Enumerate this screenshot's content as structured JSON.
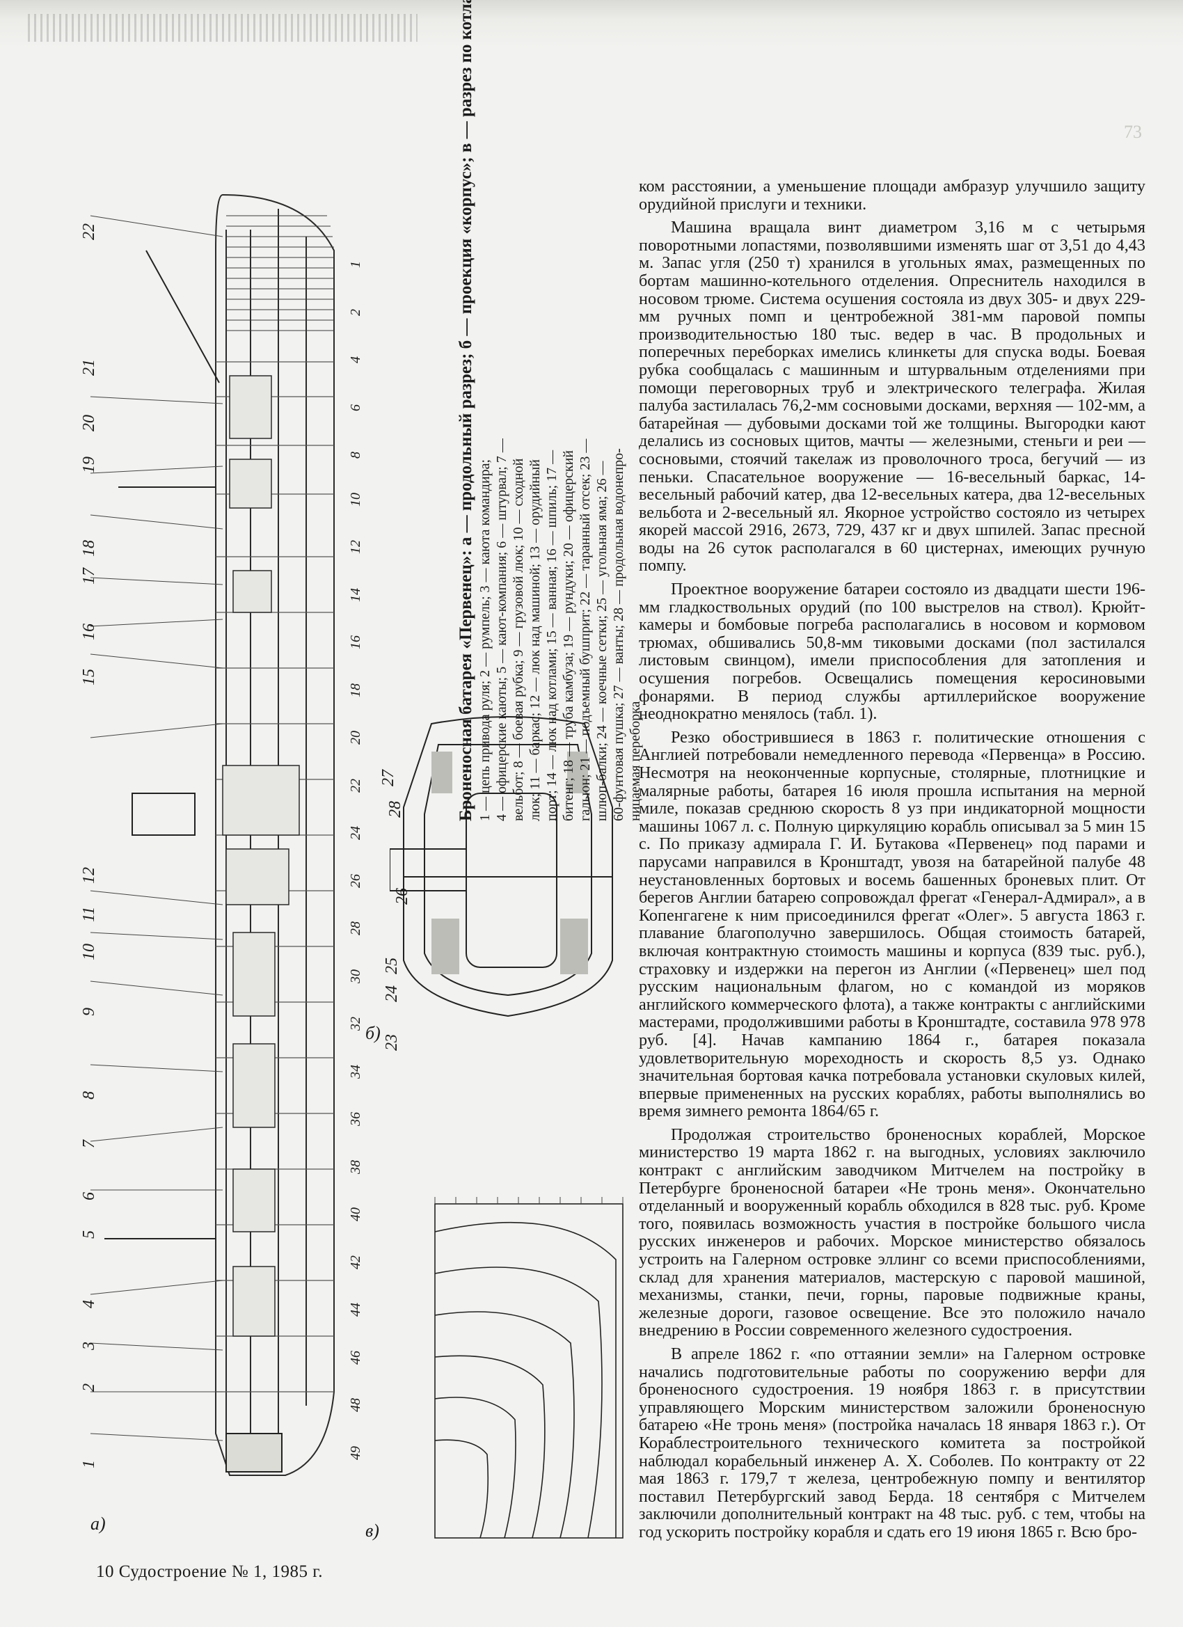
{
  "page": {
    "top_page_number": "73",
    "footer": "10   Судостроение № 1, 1985 г."
  },
  "figure": {
    "caption_title": "Броненосная батарея «Первенец»: а — продольный разрез; б — проекция «корпус»; в — разрез по котлам.",
    "caption_lines": [
      "1 — цепь привода руля; 2 — румпель; 3 — каюта командира;",
      "4 — офицерские каюты; 5 — кают-компания; 6 — штурвал; 7 —",
      "вельбот; 8 — боевая рубка; 9 — грузовой люк; 10 — сходной",
      "люк; 11 — баркас; 12 — люк над машиной; 13 — орудийный",
      "порт; 14 — люк над котлами; 15 — ванная; 16 — шпиль; 17 —",
      "битенг; 18 — труба камбуза; 19 — рундуки; 20 — офицерский",
      "гальюн; 21 — подъемный бушприт; 22 — таранный отсек; 23 —",
      "шлюп-балки; 24 — коечные сетки; 25 — угольная яма; 26 —",
      "60-фунтовая пушка; 27 — ванты; 28 — продольная водонепро-",
      "ницаемая переборка"
    ],
    "labels_a": [
      "22",
      "21",
      "20",
      "19",
      "18",
      "17",
      "16",
      "15",
      "12",
      "11",
      "10",
      "9",
      "8",
      "7",
      "6",
      "5",
      "4",
      "3",
      "2",
      "1"
    ],
    "frame_numbers": [
      "1",
      "2",
      "4",
      "6",
      "8",
      "10",
      "12",
      "14",
      "16",
      "18",
      "20",
      "22",
      "24",
      "26",
      "28",
      "30",
      "32",
      "34",
      "36",
      "38",
      "40",
      "42",
      "44",
      "46",
      "48",
      "49"
    ],
    "labels_b": [
      "27",
      "28",
      "26",
      "25",
      "24",
      "23"
    ],
    "section_a": "а)",
    "section_b": "б)",
    "section_c": "в)"
  },
  "body": {
    "paragraphs": [
      "ком расстоянии, а уменьшение площади амбразур улучшило защиту орудийной прислуги и техники.",
      "Машина вращала винт диаметром 3,16 м с четырьмя поворотными лопастями, позволявшими изменять шаг от 3,51 до 4,43 м. Запас угля (250 т) хранился в угольных ямах, размещенных по бортам машинно-котельного отделения. Опреснитель находился в носовом трюме. Система осушения состояла из двух 305- и двух 229-мм ручных помп и центробежной 381-мм паровой помпы производительностью 180 тыс. ведер в час. В продольных и поперечных переборках имелись клинкеты для спуска воды. Боевая рубка сообщалась с машинным и штурвальным отделениями при помощи переговорных труб и электрического телеграфа. Жилая палуба застилалась 76,2-мм сосновыми досками, верхняя — 102-мм, а батарейная — дубовыми досками той же толщины. Выгородки кают делались из сосновых щитов, мачты — железными, стеньги и реи — сосновыми, стоячий такелаж из проволочного троса, бегучий — из пеньки. Спасательное вооружение — 16-весельный баркас, 14-весельный рабочий катер, два 12-весельных катера, два 12-весельных вельбота и 2-весельный ял. Якорное устройство состояло из четырех якорей массой 2916, 2673, 729, 437 кг и двух шпилей. Запас пресной воды на 26 суток располагался в 60 цистернах, имеющих ручную помпу.",
      "Проектное вооружение батареи состояло из двадцати шести 196-мм гладкоствольных орудий (по 100 выстрелов на ствол). Крюйт-камеры и бомбовые погреба располагались в носовом и кормовом трюмах, обшивались 50,8-мм тиковыми досками (пол застилался листовым свинцом), имели приспособления для затопления и осушения погребов. Освещались помещения керосиновыми фонарями. В период службы артиллерийское вооружение неоднократно менялось (табл. 1).",
      "Резко обострившиеся в 1863 г. политические отношения с Англией потребовали немедленного перевода «Первенца» в Россию. Несмотря на неоконченные корпусные, столярные, плотницкие и малярные работы, батарея 16 июля прошла испытания на мерной миле, показав среднюю скорость 8 уз при индикаторной мощности машины 1067 л. с. Полную циркуляцию корабль описывал за 5 мин 15 с. По приказу адмирала Г. И. Бутакова «Первенец» под парами и парусами направился в Кронштадт, увозя на батарейной палубе 48 неустановленных бортовых и восемь башенных броневых плит. От берегов Англии батарею сопровождал фрегат «Генерал-Адмирал», а в Копенгагене к ним присоединился фрегат «Олег». 5 августа 1863 г. плавание благополучно завершилось. Общая стоимость батарей, включая контрактную стоимость машины и корпуса (839 тыс. руб.), страховку и издержки на перегон из Англии («Первенец» шел под русским национальным флагом, но с командой из моряков английского коммерческого флота), а также контракты с английскими мастерами, продолжившими работы в Кронштадте, составила 978 978 руб. [4]. Начав кампанию 1864 г., батарея показала удовлетворительную мореходность и скорость 8,5 уз. Однако значительная бортовая качка потребовала установки скуловых килей, впервые примененных на русских кораблях, работы выполнялись во время зимнего ремонта 1864/65 г.",
      "Продолжая строительство броненосных кораблей, Морское министерство 19 марта 1862 г. на выгодных, условиях заключило контракт с английским заводчиком Митчелем на постройку в Петербурге броненосной батареи «Не тронь меня». Окончательно отделанный и вооруженный корабль обходился в 828 тыс. руб. Кроме того, появилась возможность участия в постройке большого числа русских инженеров и рабочих. Морское министерство обязалось устроить на Галерном островке эллинг со всеми приспособлениями, склад для хранения материалов, мастерскую с паровой машиной, механизмы, станки, печи, горны, паровые подвижные краны, железные дороги, газовое освещение. Все это положило начало внедрению в России современного железного судостроения.",
      "В апреле 1862 г. «по оттаянии земли» на Галерном островке начались подготовительные работы по сооружению верфи для броненосного судостроения. 19 ноября 1863 г. в присутствии управляющего Морским министерством заложили броненосную батарею «Не тронь меня» (постройка началась 18 января 1863 г.). От Кораблестроительного технического комитета за постройкой наблюдал корабельный инженер А. Х. Соболев. По контракту от 22 мая 1863 г. 179,7 т железа, центробежную помпу и вентилятор поставил Петербургский завод Берда. 18 сентября с Митчелем заключили дополнительный контракт на 48 тыс. руб. с тем, чтобы на год ускорить постройку корабля и сдать его 19 июня 1865 г. Всю бро-"
    ]
  }
}
